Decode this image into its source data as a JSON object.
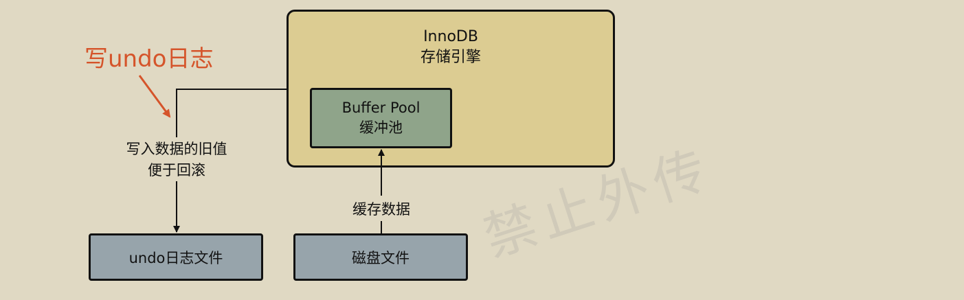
{
  "innodb": {
    "title": "InnoDB",
    "subtitle": "存储引擎"
  },
  "buffer_pool": {
    "title": "Buffer Pool",
    "subtitle": "缓冲池"
  },
  "undo_file": {
    "label": "undo日志文件"
  },
  "disk_file": {
    "label": "磁盘文件"
  },
  "edges": {
    "write_old_line1": "写入数据的旧值",
    "write_old_line2": "便于回滚",
    "cache_data": "缓存数据"
  },
  "annotation": {
    "text": "写undo日志",
    "color": "#d5542a"
  },
  "watermark": {
    "text": "禁止外传"
  },
  "colors": {
    "background": "#e0d9c3",
    "innodb_fill": "#dccc92",
    "buffer_pool_fill": "#8fa48a",
    "file_fill": "#97a4ab"
  }
}
